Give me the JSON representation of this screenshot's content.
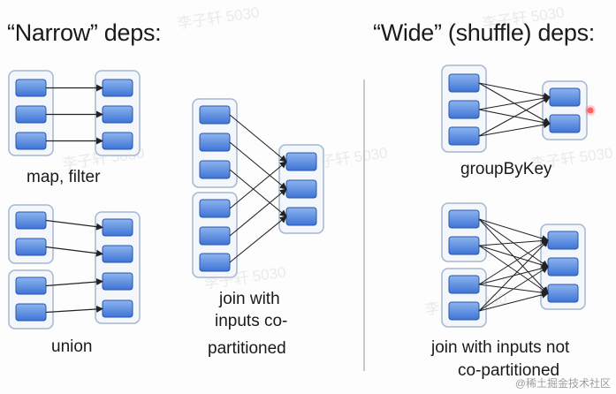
{
  "headings": {
    "narrow": "“Narrow” deps:",
    "wide": "“Wide” (shuffle) deps:"
  },
  "labels": {
    "map_filter": "map, filter",
    "union": "union",
    "join_copart_1": "join with",
    "join_copart_2": "inputs co-",
    "join_copart_3": "partitioned",
    "group_by_key": "groupByKey",
    "join_not_copart_1": "join with inputs not",
    "join_not_copart_2": "co-partitioned"
  },
  "watermarks": {
    "author": "李子轩 5030",
    "site": "@稀土掘金技术社区"
  },
  "colors": {
    "partition_fill_top": "#8db4ee",
    "partition_fill_bottom": "#3f74d6",
    "partition_stroke": "#2a55a8",
    "rdd_box_stroke": "#a7b7cf",
    "rdd_box_fill": "#f3f7fc",
    "arrow": "#222222",
    "divider": "#b8b8b8",
    "cursor_dot": "#ff4d4d"
  }
}
